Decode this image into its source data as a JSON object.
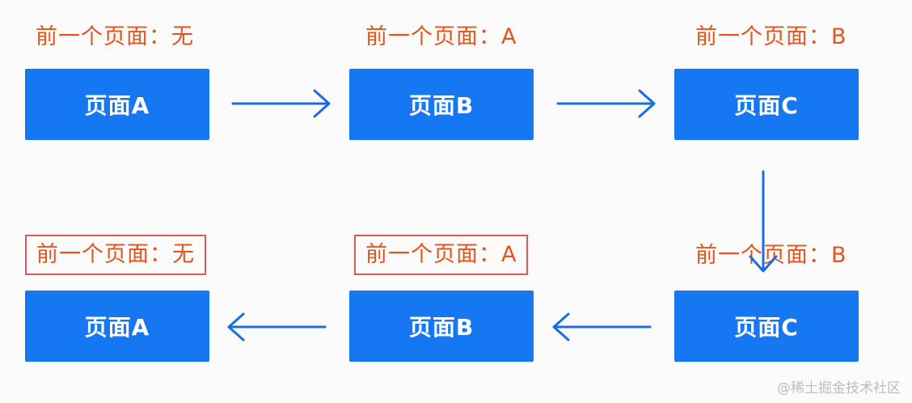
{
  "rows": {
    "top": [
      {
        "page": "页面A",
        "prev_label": "前一个页面：无"
      },
      {
        "page": "页面B",
        "prev_label": "前一个页面：A"
      },
      {
        "page": "页面C",
        "prev_label": "前一个页面：B"
      }
    ],
    "bottom": [
      {
        "page": "页面A",
        "prev_label": "前一个页面：无"
      },
      {
        "page": "页面B",
        "prev_label": "前一个页面：A"
      },
      {
        "page": "页面C",
        "prev_label": "前一个页面：B"
      }
    ]
  },
  "watermark": "@稀土掘金技术社区",
  "colors": {
    "box": "#1577f2",
    "arrow": "#1a6fe0",
    "label": "#e4541b",
    "highlight_border": "#e0575b"
  }
}
